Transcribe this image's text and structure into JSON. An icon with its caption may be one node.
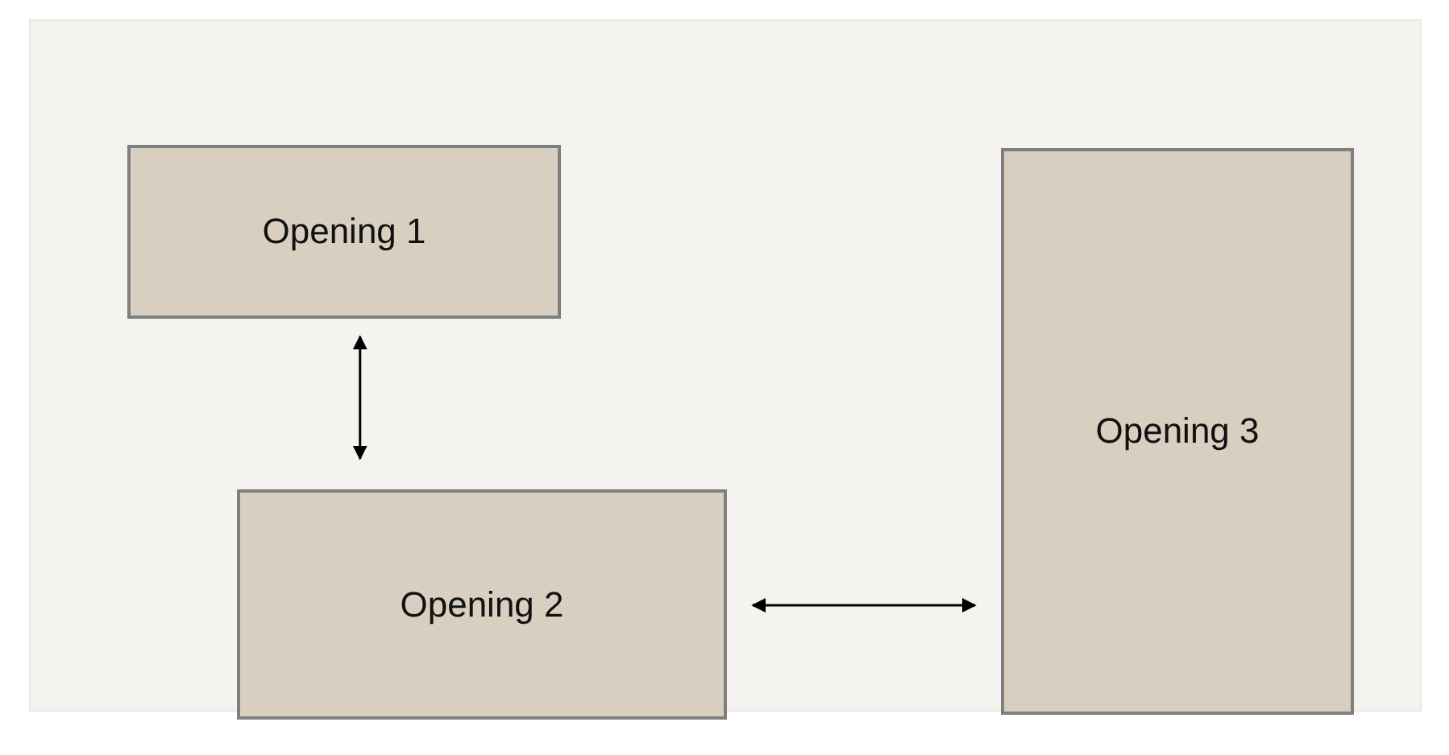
{
  "diagram": {
    "nodes": [
      {
        "text": [
          "Opening 1"
        ]
      },
      {
        "text": [
          "Opening 2"
        ]
      },
      {
        "text": [
          "Opening 3"
        ]
      }
    ],
    "edges": [
      {
        "from": 0,
        "to": 1,
        "arrow": "both"
      },
      {
        "from": 1,
        "to": 2,
        "arrow": "both"
      }
    ]
  }
}
